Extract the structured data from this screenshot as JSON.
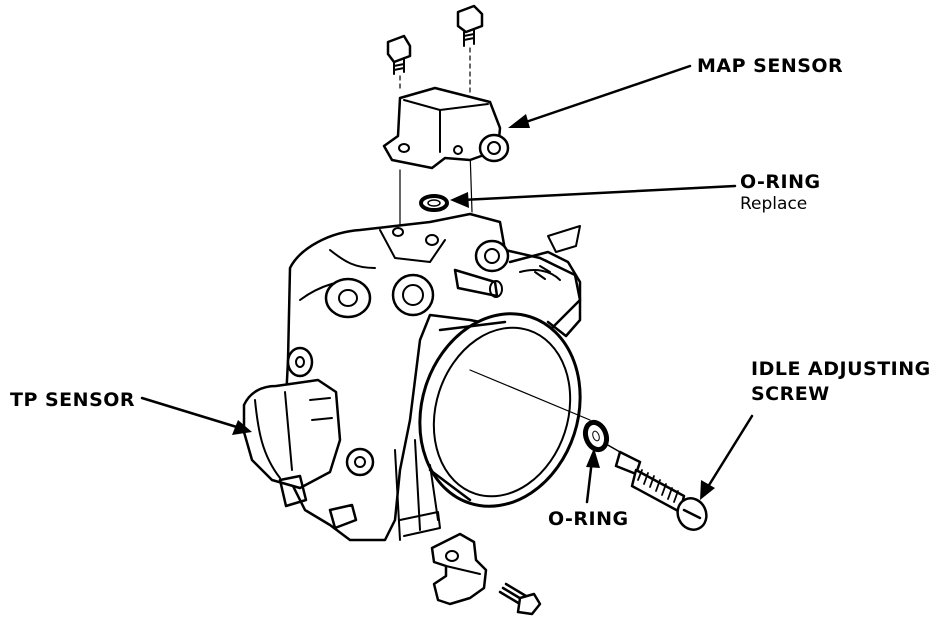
{
  "labels": {
    "map_sensor": "MAP SENSOR",
    "o_ring_top": "O-RING",
    "replace_note": "Replace",
    "tp_sensor": "TP SENSOR",
    "idle_line1": "IDLE ADJUSTING",
    "idle_line2": "SCREW",
    "o_ring_bottom": "O-RING"
  },
  "colors": {
    "ink": "#000000",
    "paper": "#ffffff"
  }
}
